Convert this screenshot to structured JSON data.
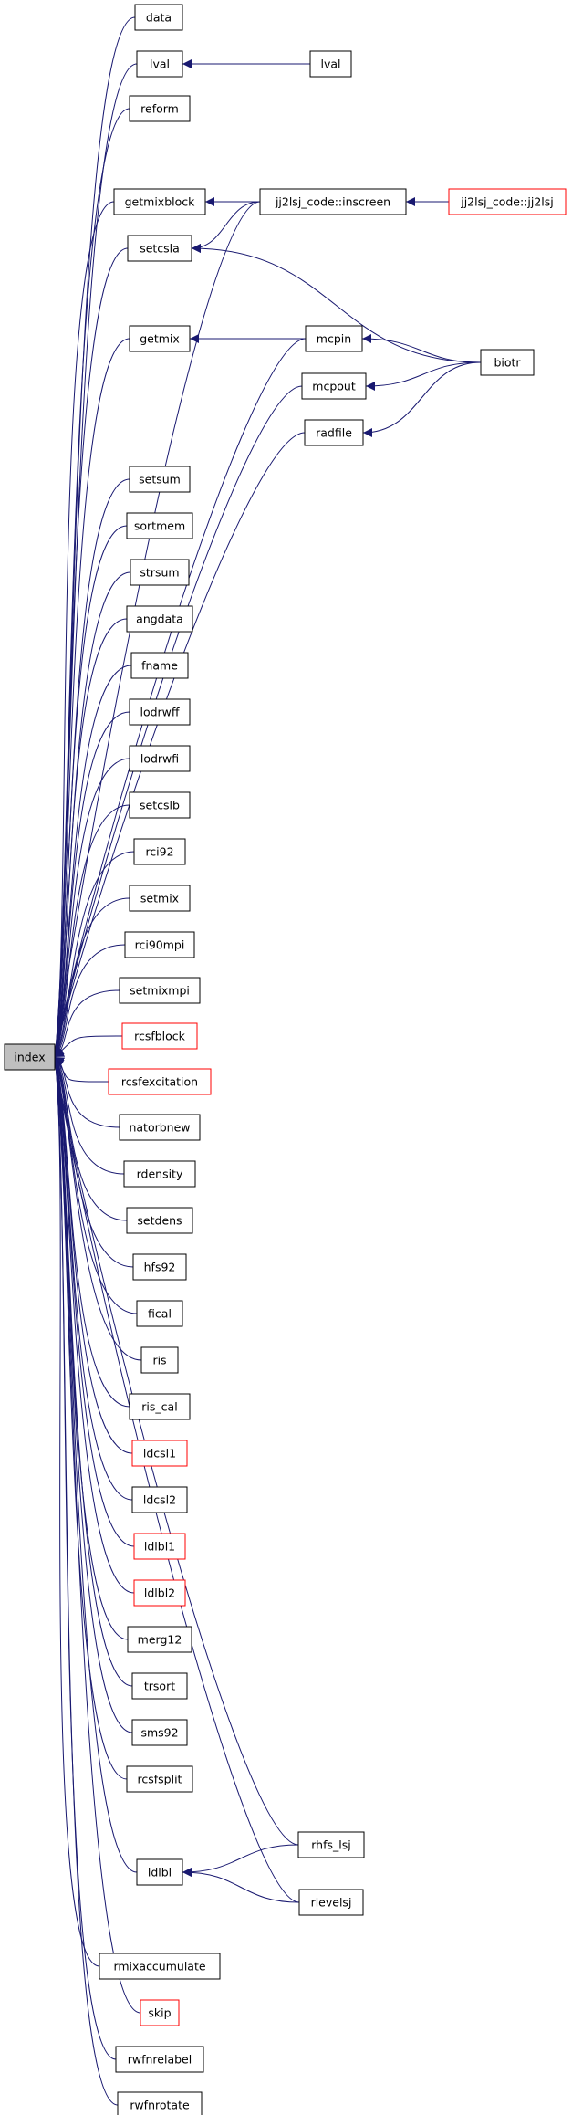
{
  "colors": {
    "edge": "#191970",
    "node_border": "#000000",
    "truncated_border": "#ff0000",
    "root_fill": "#bfbfbf",
    "node_fill": "#ffffff"
  },
  "nodes": [
    {
      "id": "index",
      "label": "index",
      "style": "root"
    },
    {
      "id": "data",
      "label": "data",
      "style": "normal"
    },
    {
      "id": "lval",
      "label": "lval",
      "style": "normal"
    },
    {
      "id": "lval2",
      "label": "lval",
      "style": "normal"
    },
    {
      "id": "reform",
      "label": "reform",
      "style": "normal"
    },
    {
      "id": "getmixblock",
      "label": "getmixblock",
      "style": "normal"
    },
    {
      "id": "inscreen",
      "label": "jj2lsj_code::inscreen",
      "style": "normal"
    },
    {
      "id": "jj2lsj",
      "label": "jj2lsj_code::jj2lsj",
      "style": "truncated"
    },
    {
      "id": "setcsla",
      "label": "setcsla",
      "style": "normal"
    },
    {
      "id": "getmix",
      "label": "getmix",
      "style": "normal"
    },
    {
      "id": "mcpin",
      "label": "mcpin",
      "style": "normal"
    },
    {
      "id": "biotr",
      "label": "biotr",
      "style": "normal"
    },
    {
      "id": "mcpout",
      "label": "mcpout",
      "style": "normal"
    },
    {
      "id": "radfile",
      "label": "radfile",
      "style": "normal"
    },
    {
      "id": "setsum",
      "label": "setsum",
      "style": "normal"
    },
    {
      "id": "sortmem",
      "label": "sortmem",
      "style": "normal"
    },
    {
      "id": "strsum",
      "label": "strsum",
      "style": "normal"
    },
    {
      "id": "angdata",
      "label": "angdata",
      "style": "normal"
    },
    {
      "id": "fname",
      "label": "fname",
      "style": "normal"
    },
    {
      "id": "lodrwff",
      "label": "lodrwff",
      "style": "normal"
    },
    {
      "id": "lodrwfi",
      "label": "lodrwfi",
      "style": "normal"
    },
    {
      "id": "setcslb",
      "label": "setcslb",
      "style": "normal"
    },
    {
      "id": "rci92",
      "label": "rci92",
      "style": "normal"
    },
    {
      "id": "setmix",
      "label": "setmix",
      "style": "normal"
    },
    {
      "id": "rci90mpi",
      "label": "rci90mpi",
      "style": "normal"
    },
    {
      "id": "setmixmpi",
      "label": "setmixmpi",
      "style": "normal"
    },
    {
      "id": "rcsfblock",
      "label": "rcsfblock",
      "style": "truncated"
    },
    {
      "id": "rcsfexcitation",
      "label": "rcsfexcitation",
      "style": "truncated"
    },
    {
      "id": "natorbnew",
      "label": "natorbnew",
      "style": "normal"
    },
    {
      "id": "rdensity",
      "label": "rdensity",
      "style": "normal"
    },
    {
      "id": "setdens",
      "label": "setdens",
      "style": "normal"
    },
    {
      "id": "hfs92",
      "label": "hfs92",
      "style": "normal"
    },
    {
      "id": "fical",
      "label": "fical",
      "style": "normal"
    },
    {
      "id": "ris",
      "label": "ris",
      "style": "normal"
    },
    {
      "id": "ris_cal",
      "label": "ris_cal",
      "style": "normal"
    },
    {
      "id": "ldcsl1",
      "label": "ldcsl1",
      "style": "truncated"
    },
    {
      "id": "ldcsl2",
      "label": "ldcsl2",
      "style": "normal"
    },
    {
      "id": "ldlbl1",
      "label": "ldlbl1",
      "style": "truncated"
    },
    {
      "id": "ldlbl2",
      "label": "ldlbl2",
      "style": "truncated"
    },
    {
      "id": "merg12",
      "label": "merg12",
      "style": "normal"
    },
    {
      "id": "trsort",
      "label": "trsort",
      "style": "normal"
    },
    {
      "id": "sms92",
      "label": "sms92",
      "style": "normal"
    },
    {
      "id": "rcsfsplit",
      "label": "rcsfsplit",
      "style": "normal"
    },
    {
      "id": "rhfs_lsj",
      "label": "rhfs_lsj",
      "style": "normal"
    },
    {
      "id": "ldlbl",
      "label": "ldlbl",
      "style": "normal"
    },
    {
      "id": "rlevelsj",
      "label": "rlevelsj",
      "style": "normal"
    },
    {
      "id": "rmixaccumulate",
      "label": "rmixaccumulate",
      "style": "normal"
    },
    {
      "id": "skip",
      "label": "skip",
      "style": "truncated"
    },
    {
      "id": "rwfnrelabel",
      "label": "rwfnrelabel",
      "style": "normal"
    },
    {
      "id": "rwfnrotate",
      "label": "rwfnrotate",
      "style": "normal"
    }
  ],
  "edges": [
    {
      "from": "data",
      "to": "index"
    },
    {
      "from": "lval",
      "to": "index"
    },
    {
      "from": "lval2",
      "to": "lval"
    },
    {
      "from": "reform",
      "to": "index"
    },
    {
      "from": "getmixblock",
      "to": "index"
    },
    {
      "from": "inscreen",
      "to": "getmixblock"
    },
    {
      "from": "inscreen",
      "to": "index"
    },
    {
      "from": "inscreen",
      "to": "setcsla"
    },
    {
      "from": "jj2lsj",
      "to": "inscreen"
    },
    {
      "from": "setcsla",
      "to": "index"
    },
    {
      "from": "biotr",
      "to": "setcsla"
    },
    {
      "from": "getmix",
      "to": "index"
    },
    {
      "from": "mcpin",
      "to": "getmix"
    },
    {
      "from": "mcpin",
      "to": "index"
    },
    {
      "from": "biotr",
      "to": "mcpin"
    },
    {
      "from": "mcpout",
      "to": "index"
    },
    {
      "from": "biotr",
      "to": "mcpout"
    },
    {
      "from": "radfile",
      "to": "index"
    },
    {
      "from": "biotr",
      "to": "radfile"
    },
    {
      "from": "setsum",
      "to": "index"
    },
    {
      "from": "sortmem",
      "to": "index"
    },
    {
      "from": "strsum",
      "to": "index"
    },
    {
      "from": "angdata",
      "to": "index"
    },
    {
      "from": "fname",
      "to": "index"
    },
    {
      "from": "lodrwff",
      "to": "index"
    },
    {
      "from": "lodrwfi",
      "to": "index"
    },
    {
      "from": "setcslb",
      "to": "index"
    },
    {
      "from": "rci92",
      "to": "index"
    },
    {
      "from": "setmix",
      "to": "index"
    },
    {
      "from": "rci90mpi",
      "to": "index"
    },
    {
      "from": "setmixmpi",
      "to": "index"
    },
    {
      "from": "rcsfblock",
      "to": "index"
    },
    {
      "from": "rcsfexcitation",
      "to": "index"
    },
    {
      "from": "natorbnew",
      "to": "index"
    },
    {
      "from": "rdensity",
      "to": "index"
    },
    {
      "from": "setdens",
      "to": "index"
    },
    {
      "from": "hfs92",
      "to": "index"
    },
    {
      "from": "fical",
      "to": "index"
    },
    {
      "from": "ris",
      "to": "index"
    },
    {
      "from": "ris_cal",
      "to": "index"
    },
    {
      "from": "ldcsl1",
      "to": "index"
    },
    {
      "from": "ldcsl2",
      "to": "index"
    },
    {
      "from": "ldlbl1",
      "to": "index"
    },
    {
      "from": "ldlbl2",
      "to": "index"
    },
    {
      "from": "merg12",
      "to": "index"
    },
    {
      "from": "trsort",
      "to": "index"
    },
    {
      "from": "sms92",
      "to": "index"
    },
    {
      "from": "rcsfsplit",
      "to": "index"
    },
    {
      "from": "rhfs_lsj",
      "to": "index"
    },
    {
      "from": "rhfs_lsj",
      "to": "ldlbl"
    },
    {
      "from": "ldlbl",
      "to": "index"
    },
    {
      "from": "rlevelsj",
      "to": "ldlbl"
    },
    {
      "from": "rlevelsj",
      "to": "index"
    },
    {
      "from": "rmixaccumulate",
      "to": "index"
    },
    {
      "from": "skip",
      "to": "index"
    },
    {
      "from": "rwfnrelabel",
      "to": "index"
    },
    {
      "from": "rwfnrotate",
      "to": "index"
    }
  ]
}
